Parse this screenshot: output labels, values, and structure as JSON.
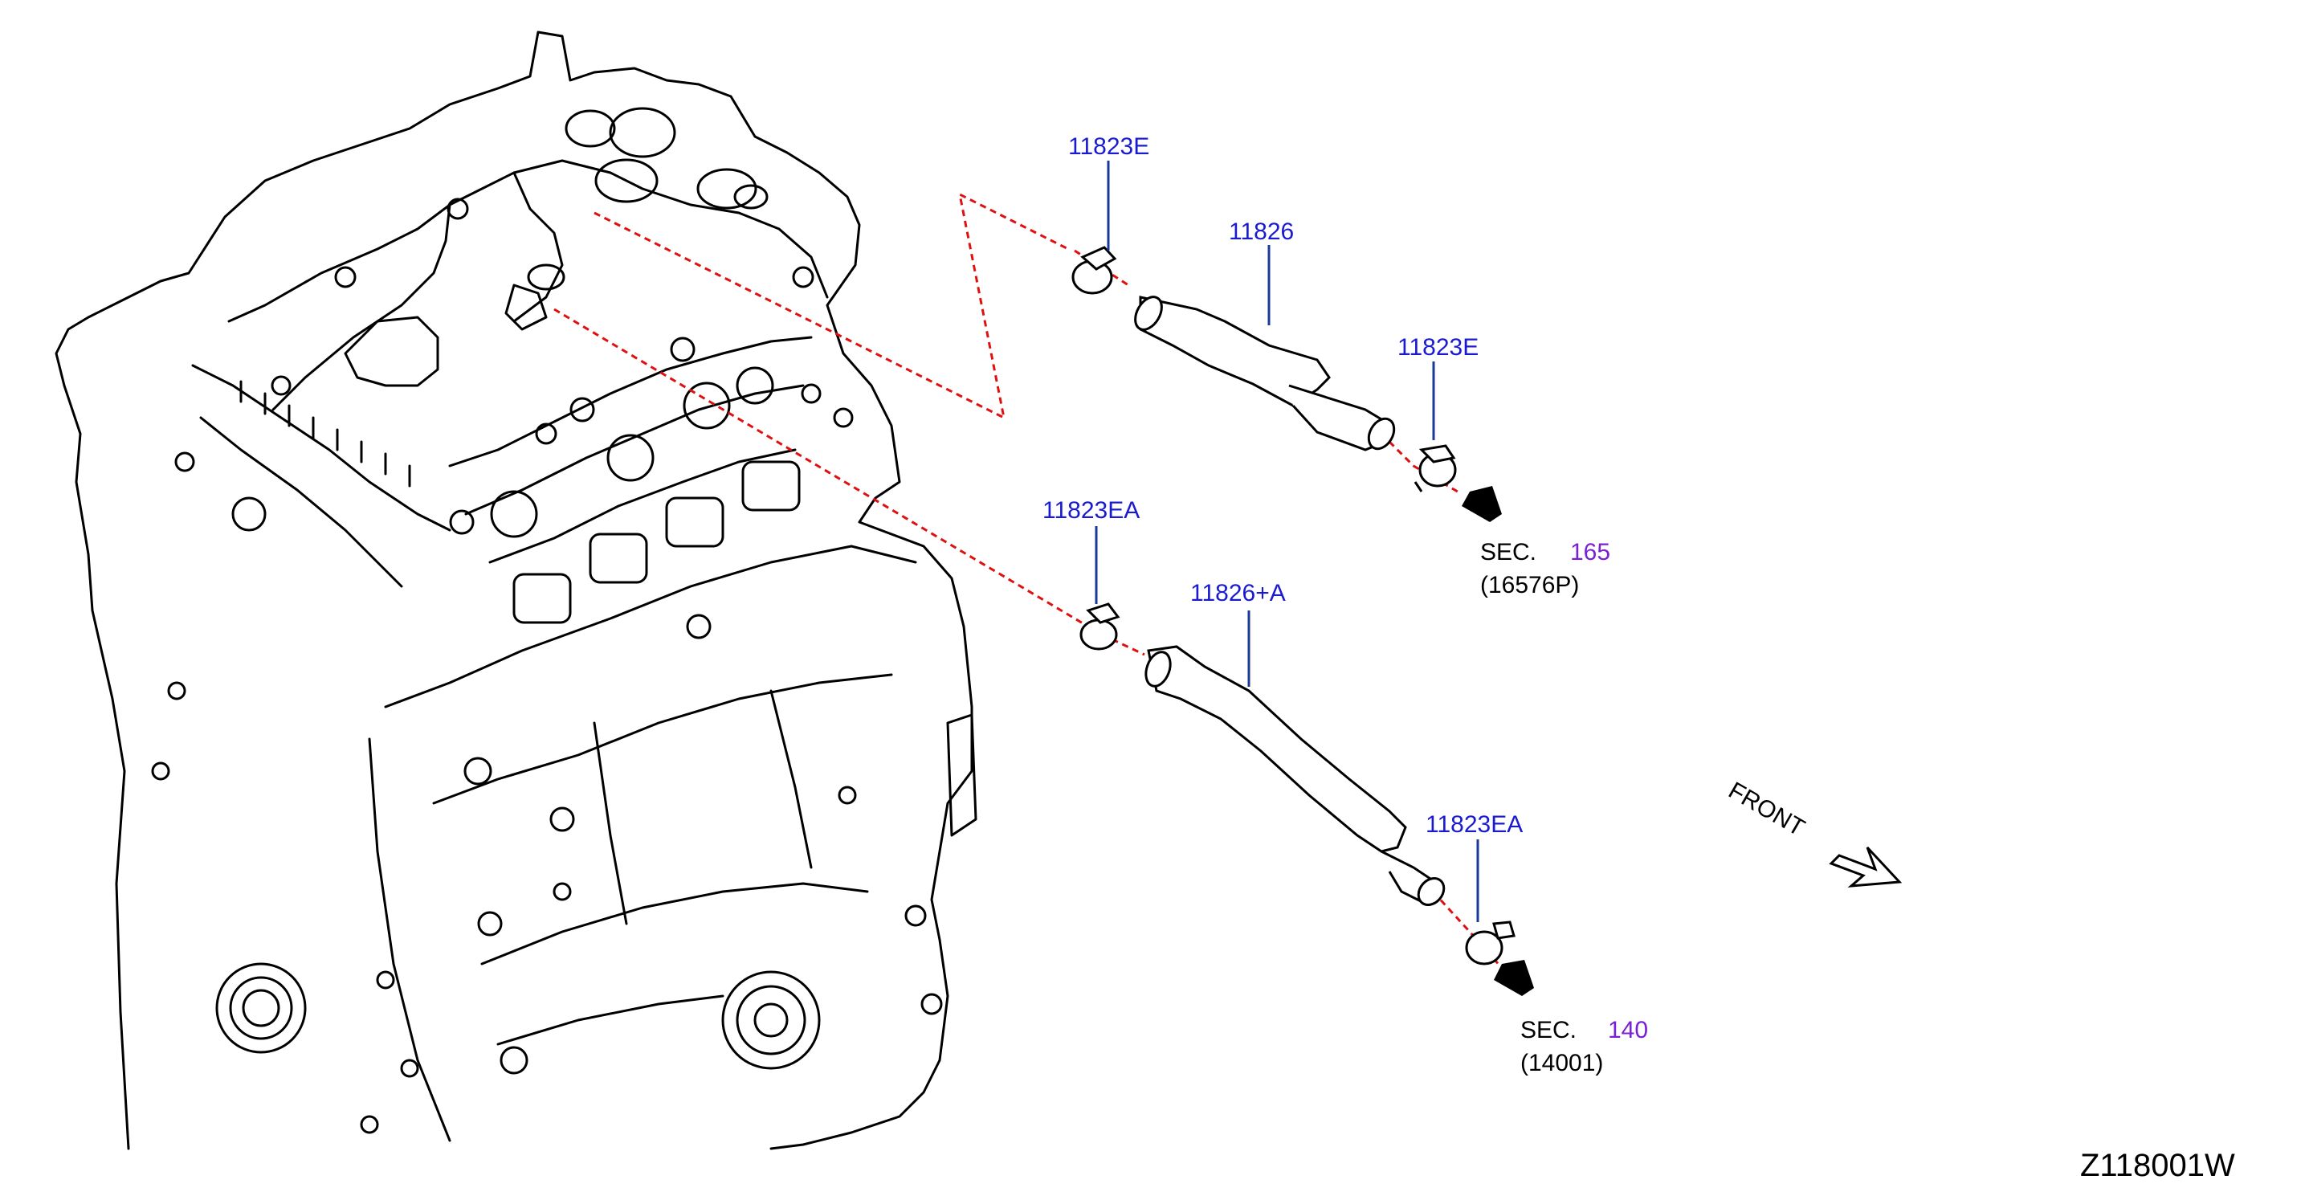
{
  "colors": {
    "part_label": "#1a1ad0",
    "section_number": "#7a1fd6",
    "leader_line": "#1a3a9a",
    "dashed_line": "#e01010",
    "outline": "#000000"
  },
  "callouts": {
    "clamp_top_left": "11823E",
    "hose_upper": "11826",
    "clamp_top_right": "11823E",
    "clamp_lower_left": "11823EA",
    "hose_lower": "11826+A",
    "clamp_lower_right": "11823EA"
  },
  "sections": {
    "upper": {
      "prefix": "SEC.",
      "number": "165",
      "part": "(16576P)"
    },
    "lower": {
      "prefix": "SEC.",
      "number": "140",
      "part": "(14001)"
    }
  },
  "front_indicator": "FRONT",
  "figure_code": "Z118001W",
  "icons": [
    "engine-block-drawing",
    "hose-clamp-icon",
    "hose-icon",
    "flow-arrow-icon",
    "front-arrow-icon"
  ]
}
